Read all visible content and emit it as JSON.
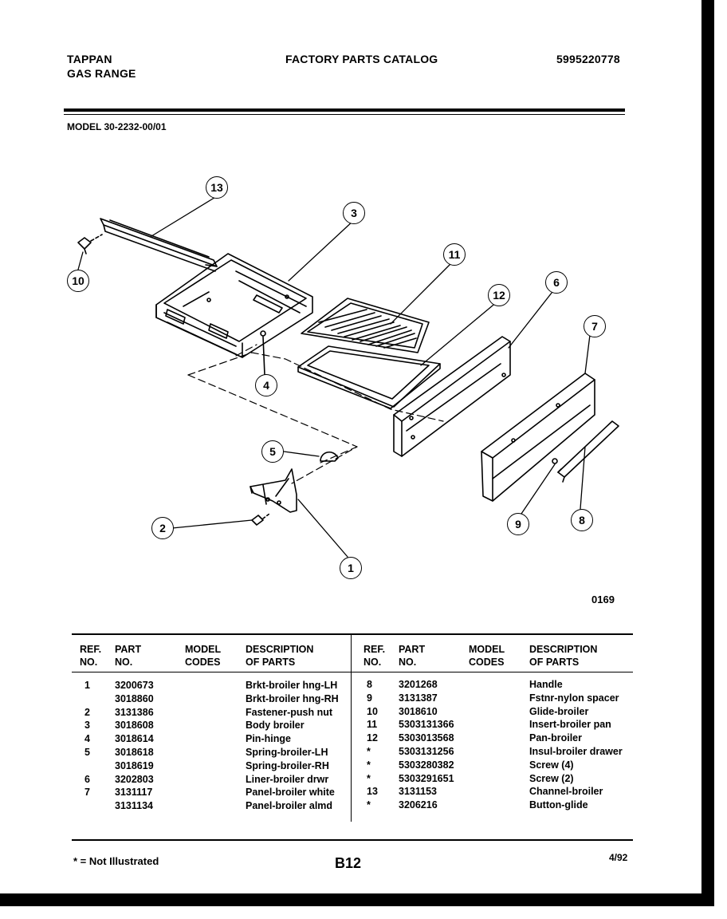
{
  "header": {
    "brand": "TAPPAN",
    "product": "GAS RANGE",
    "catalog_title": "FACTORY PARTS CATALOG",
    "catalog_number": "5995220778"
  },
  "model": "MODEL 30-2232-00/01",
  "diagram": {
    "figure_code": "0169",
    "callouts": [
      "1",
      "2",
      "3",
      "4",
      "5",
      "6",
      "7",
      "8",
      "9",
      "10",
      "11",
      "12",
      "13"
    ]
  },
  "table": {
    "headers": {
      "ref": [
        "REF.",
        "NO."
      ],
      "part": [
        "PART",
        "NO."
      ],
      "codes": [
        "MODEL",
        "CODES"
      ],
      "desc": [
        "DESCRIPTION",
        "OF PARTS"
      ]
    },
    "left": [
      {
        "ref": "1",
        "part": "3200673",
        "codes": "",
        "desc": "Brkt-broiler hng-LH"
      },
      {
        "ref": "",
        "part": "3018860",
        "codes": "",
        "desc": "Brkt-broiler hng-RH"
      },
      {
        "ref": "2",
        "part": "3131386",
        "codes": "",
        "desc": "Fastener-push nut"
      },
      {
        "ref": "3",
        "part": "3018608",
        "codes": "",
        "desc": "Body broiler"
      },
      {
        "ref": "4",
        "part": "3018614",
        "codes": "",
        "desc": "Pin-hinge"
      },
      {
        "ref": "5",
        "part": "3018618",
        "codes": "",
        "desc": "Spring-broiler-LH"
      },
      {
        "ref": "",
        "part": "3018619",
        "codes": "",
        "desc": "Spring-broiler-RH"
      },
      {
        "ref": "6",
        "part": "3202803",
        "codes": "",
        "desc": "Liner-broiler drwr"
      },
      {
        "ref": "7",
        "part": "3131117",
        "codes": "",
        "desc": "Panel-broiler white"
      },
      {
        "ref": "",
        "part": "3131134",
        "codes": "",
        "desc": "Panel-broiler almd"
      }
    ],
    "right": [
      {
        "ref": "8",
        "part": "3201268",
        "codes": "",
        "desc": "Handle"
      },
      {
        "ref": "9",
        "part": "3131387",
        "codes": "",
        "desc": "Fstnr-nylon spacer"
      },
      {
        "ref": "10",
        "part": "3018610",
        "codes": "",
        "desc": "Glide-broiler"
      },
      {
        "ref": "11",
        "part": "5303131366",
        "codes": "",
        "desc": "Insert-broiler pan"
      },
      {
        "ref": "12",
        "part": "5303013568",
        "codes": "",
        "desc": "Pan-broiler"
      },
      {
        "ref": "*",
        "part": "5303131256",
        "codes": "",
        "desc": "Insul-broiler drawer"
      },
      {
        "ref": "*",
        "part": "5303280382",
        "codes": "",
        "desc": "Screw (4)"
      },
      {
        "ref": "*",
        "part": "5303291651",
        "codes": "",
        "desc": "Screw (2)"
      },
      {
        "ref": "13",
        "part": "3131153",
        "codes": "",
        "desc": "Channel-broiler"
      },
      {
        "ref": "*",
        "part": "3206216",
        "codes": "",
        "desc": "Button-glide"
      }
    ]
  },
  "footer": {
    "note": "* = Not Illustrated",
    "page": "B12",
    "date": "4/92"
  }
}
